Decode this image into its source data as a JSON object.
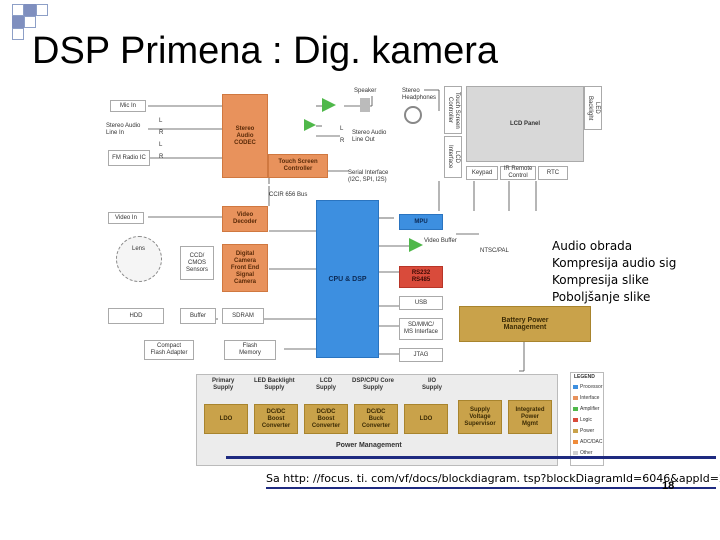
{
  "slide": {
    "title": "DSP Primena : Dig. kamera",
    "notes": [
      "Audio obrada",
      "Kompresija audio sig",
      "Kompresija slike",
      "Poboljšanje slike"
    ],
    "source": "Sa http: //focus. ti. com/vf/docs/blockdiagram. tsp?blockDiagramId=6046&appId=267",
    "page_number": "18"
  },
  "colors": {
    "processor": "#3d8fe0",
    "interface": "#e8925c",
    "amplifier": "#4fb84a",
    "logic": "#d94b3b",
    "power": "#c9a24a",
    "adc_dac": "#ef8b3a",
    "other": "#d0d0d0",
    "title_bar": "#1e2a80"
  },
  "diagram": {
    "inputs": {
      "mic_in": "Mic In",
      "stereo_audio_line_in": "Stereo Audio\nLine In",
      "fm_radio_ic": "FM Radio IC",
      "video_in": "Video In",
      "lens": "Lens",
      "ccd_cmos": "CCD/\nCMOS\nSensors"
    },
    "pins": [
      "L",
      "R",
      "L",
      "R"
    ],
    "pins_out": [
      "L",
      "R"
    ],
    "codec": "Stereo\nAudio\nCODEC",
    "touch_screen_controller": "Touch Screen\nController",
    "speaker": "Speaker",
    "stereo_headphones": "Stereo\nHeadphones",
    "stereo_audio_line_out": "Stereo Audio\nLine Out",
    "touch_screen_controller_vertical": "Touch Screen\nController",
    "lcd_interface": "LCD\nInterface",
    "lcd_panel": "LCD Panel",
    "led_backlight": "LED\nBacklight",
    "keypad": "Keypad",
    "ir_remote": "IR Remote\nControl",
    "rtc": "RTC",
    "serial_interface": "Serial Interface\n(I2C, SPI, I2S)",
    "ccir_bus": "CCIR 656 Bus",
    "video_decoder": "Video\nDecoder",
    "afe": "Digital\nCamera\nFront End\nSignal\nCamera",
    "cpu": "CPU & DSP",
    "mpu": "MPU",
    "video_buffer": "Video Buffer",
    "ntsc_pal": "NTSC/PAL",
    "rs232": "RS232\nRS485",
    "usb": "USB",
    "sd_mmc": "SD/MMC/\nMS Interface",
    "jtag": "JTAG",
    "hdd": "HDD",
    "buffer": "Buffer",
    "sdram": "SDRAM",
    "compact_flash": "Compact\nFlash Adapter",
    "flash_memory": "Flash\nMemory",
    "battery_power_mgmt": "Battery Power\nManagement",
    "power": {
      "headers": [
        "Primary\nSupply",
        "LED Backlight\nSupply",
        "LCD\nSupply",
        "DSP/CPU Core\nSupply",
        "I/O\nSupply"
      ],
      "blocks": [
        "LDO",
        "DC/DC\nBoost\nConverter",
        "DC/DC\nBoost\nConverter",
        "DC/DC\nBuck\nConverter",
        "LDO",
        "Supply\nVoltage\nSupervisor",
        "Integrated\nPower\nMgmt"
      ],
      "label": "Power Management"
    },
    "legend": {
      "title": "LEGEND",
      "items": [
        "Processor",
        "Interface",
        "Amplifier",
        "Logic",
        "Power",
        "ADC/DAC",
        "Other"
      ]
    }
  }
}
